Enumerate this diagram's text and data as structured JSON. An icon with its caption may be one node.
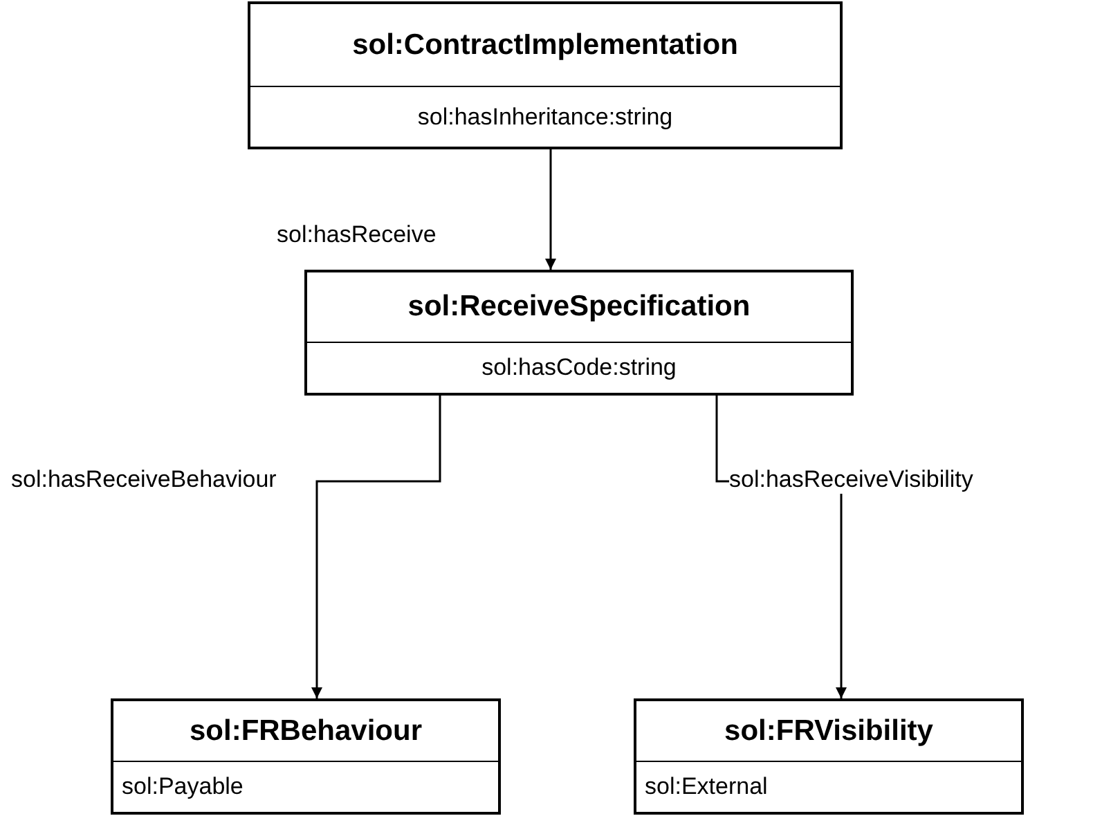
{
  "diagram": {
    "nodes": [
      {
        "text": [
          "sol:ContractImplementation",
          "sol:hasInheritance:string"
        ]
      },
      {
        "text": [
          "sol:ReceiveSpecification",
          "sol:hasCode:string"
        ]
      },
      {
        "text": [
          "sol:FRBehaviour",
          "sol:Payable"
        ]
      },
      {
        "text": [
          "sol:FRVisibility",
          "sol:External"
        ]
      }
    ],
    "edges": [
      {
        "from": 0,
        "to": 1,
        "arrow": "to",
        "label": "sol:hasReceive"
      },
      {
        "from": 1,
        "to": 2,
        "arrow": "to",
        "label": "sol:hasReceiveBehaviour"
      },
      {
        "from": 1,
        "to": 3,
        "arrow": "to",
        "label": "sol:hasReceiveVisibility"
      }
    ]
  }
}
